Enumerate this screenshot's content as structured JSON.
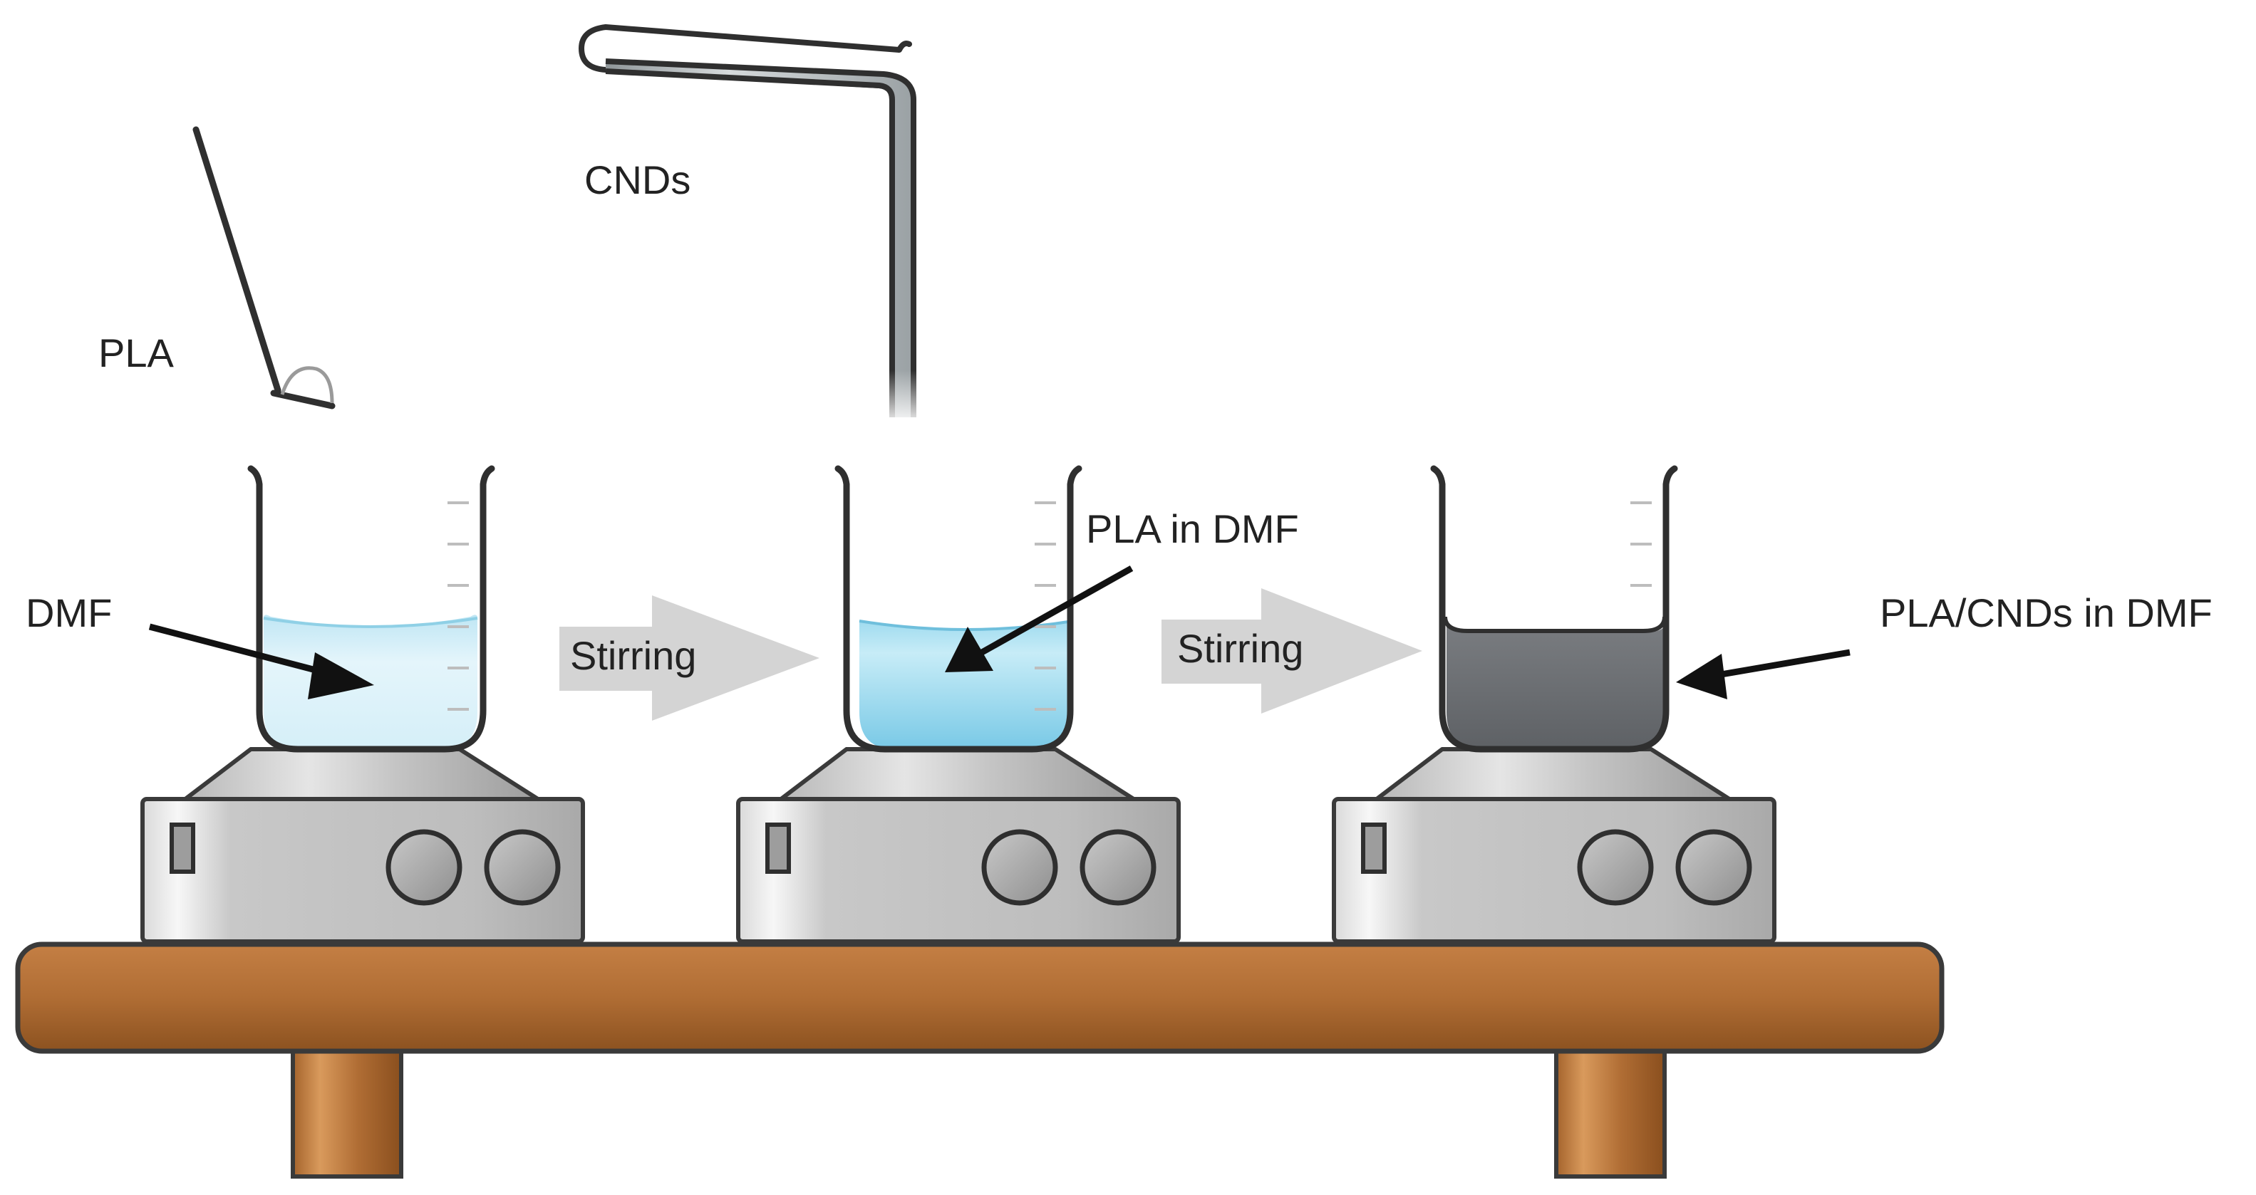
{
  "labels": {
    "pla": "PLA",
    "cnds": "CNDs",
    "dmf": "DMF",
    "stirring_1": "Stirring",
    "stirring_2": "Stirring",
    "pla_in_dmf": "PLA in DMF",
    "pla_cnds_in_dmf": "PLA/CNDs in DMF"
  },
  "colors": {
    "dmf_liquid": "#dff2f9",
    "pla_in_dmf_liquid": "#8fd3ea",
    "pla_cnds_liquid": "#6b6e72",
    "table_wood": "#b06d34",
    "stirring_arrow": "#d4d4d4",
    "stirrer_body": "#c3c3c3"
  },
  "icons": {
    "spatula": "spatula-icon",
    "pipette": "pipette-icon",
    "beaker": "beaker-icon",
    "stirrer": "magnetic-stirrer-icon",
    "table": "table-icon"
  }
}
